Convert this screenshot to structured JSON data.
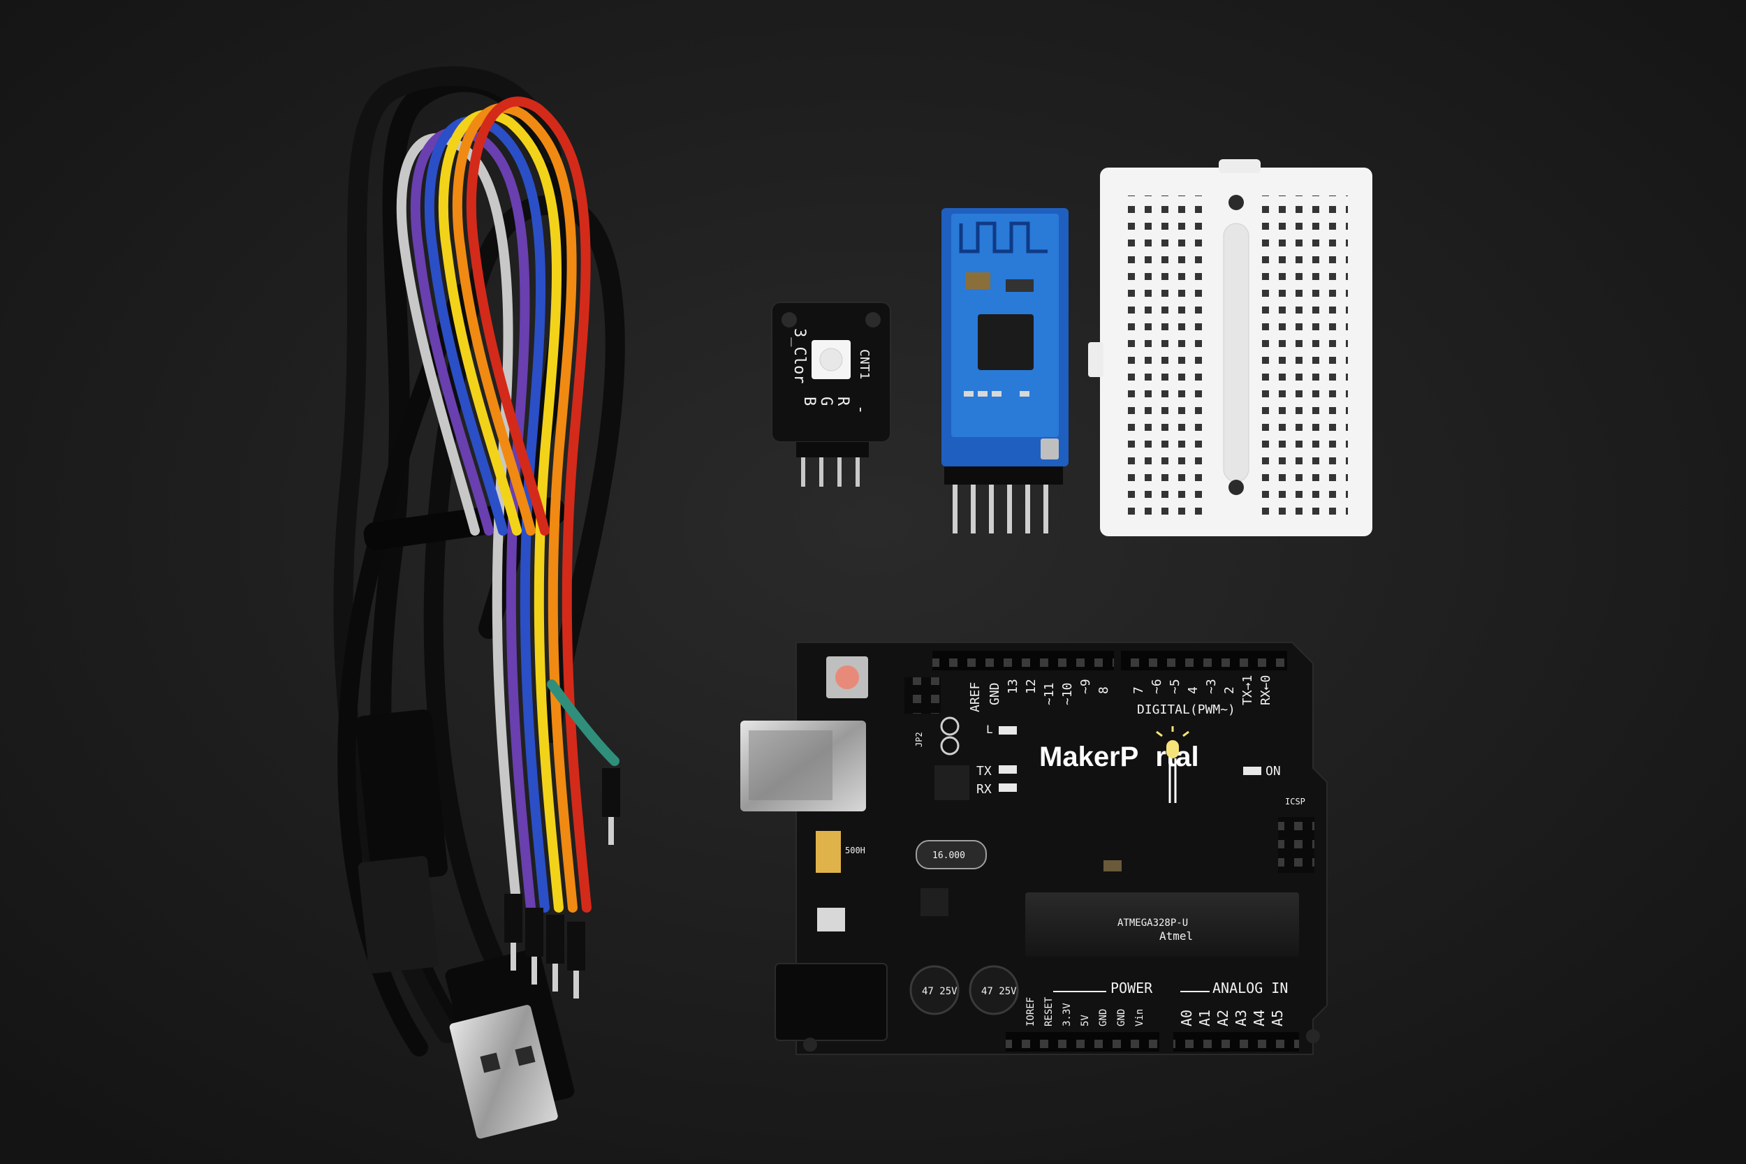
{
  "scene": {
    "background": "#1c1c1c",
    "objects": {
      "usb_cable": {
        "color": "#0b0b0b"
      },
      "jumper_wires": {
        "colors": [
          "#c8c8c8",
          "#6a3fb0",
          "#2b4fc7",
          "#f2d31a",
          "#f08a12",
          "#d42a1a",
          "#2f8f7a"
        ]
      },
      "rgb_led_module": {
        "pcb_color": "#101010",
        "labels": {
          "name": "3_Clor",
          "pins_r": "R",
          "pins_g": "G",
          "pins_b": "B",
          "cnt": "CNT1",
          "minus": "-"
        }
      },
      "bluetooth_module": {
        "pcb_color": "#1f5fbf",
        "sub_pcb_color": "#2a7ad8"
      },
      "breadboard": {
        "color": "#f4f4f4"
      },
      "arduino_board": {
        "pcb_color": "#111111",
        "brand": {
          "part1": "Maker",
          "part2": "P",
          "part3": "rtal"
        },
        "labels": {
          "aref": "AREF",
          "gnd": "GND",
          "d13": "13",
          "d12": "12",
          "d11": "~11",
          "d10": "~10",
          "d9": "~9",
          "d8": "8",
          "d7": "7",
          "d6": "~6",
          "d5": "~5",
          "d4": "4",
          "d3": "~3",
          "d2": "2",
          "d1": "TX→1",
          "d0": "RX←0",
          "digital": "DIGITAL(PWM~)",
          "tx": "TX",
          "rx": "RX",
          "l": "L",
          "on": "ON",
          "icsp": "ICSP",
          "jp2": "JP2",
          "power": "POWER",
          "analog_in": "ANALOG IN",
          "ioref": "IOREF",
          "reset": "RESET",
          "v33": "3.3V",
          "v5": "5V",
          "gnd_pin": "GND",
          "vin": "Vin",
          "a0": "A0",
          "a1": "A1",
          "a2": "A2",
          "a3": "A3",
          "a4": "A4",
          "a5": "A5",
          "cap1": "47 25V",
          "cap2": "47 25V",
          "chip_text": "ATMEGA328P-U",
          "chip_logo": "Atmel",
          "fuse": "500H",
          "crystal": "16.000"
        }
      }
    }
  }
}
